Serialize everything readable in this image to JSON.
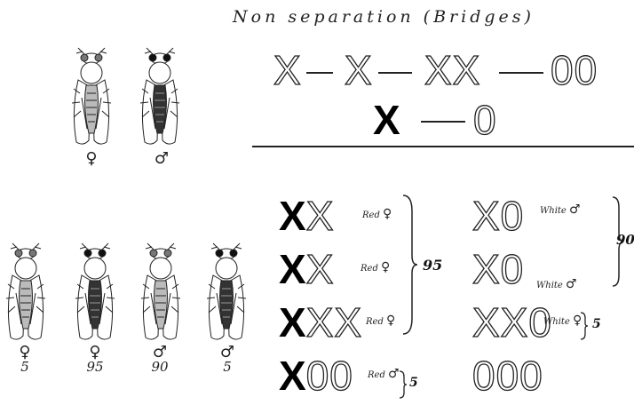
{
  "title": "Non separation (Bridges)",
  "top_formula": {
    "row1": [
      "X",
      "X",
      "XX",
      "00"
    ],
    "row2": [
      "X",
      "0"
    ]
  },
  "top_flies": [
    {
      "sex": "♀"
    },
    {
      "sex": "♂"
    }
  ],
  "bottom_flies": [
    {
      "sex": "♀",
      "number": "5"
    },
    {
      "sex": "♀",
      "number": "95"
    },
    {
      "sex": "♂",
      "number": "90"
    },
    {
      "sex": "♂",
      "number": "5"
    }
  ],
  "left_column": [
    {
      "bold": "X",
      "outline": "X",
      "eye": "Red",
      "sex": "♀"
    },
    {
      "bold": "X",
      "outline": "X",
      "eye": "Red",
      "sex": "♀"
    },
    {
      "bold": "X",
      "outline": "XX",
      "eye": "Red",
      "sex": "♀"
    },
    {
      "bold": "X",
      "outline": "00",
      "eye": "Red",
      "sex": "♂"
    }
  ],
  "left_group_count": "95",
  "left_single_count": "5",
  "right_column": [
    {
      "outline": "X0",
      "eye": "White",
      "sex": "♂"
    },
    {
      "outline": "X0",
      "eye": "White",
      "sex": "♂"
    },
    {
      "outline": "XX0",
      "eye": "White",
      "sex": "♀"
    },
    {
      "outline": "000"
    }
  ],
  "right_group_count": "90",
  "right_single_count": "5"
}
